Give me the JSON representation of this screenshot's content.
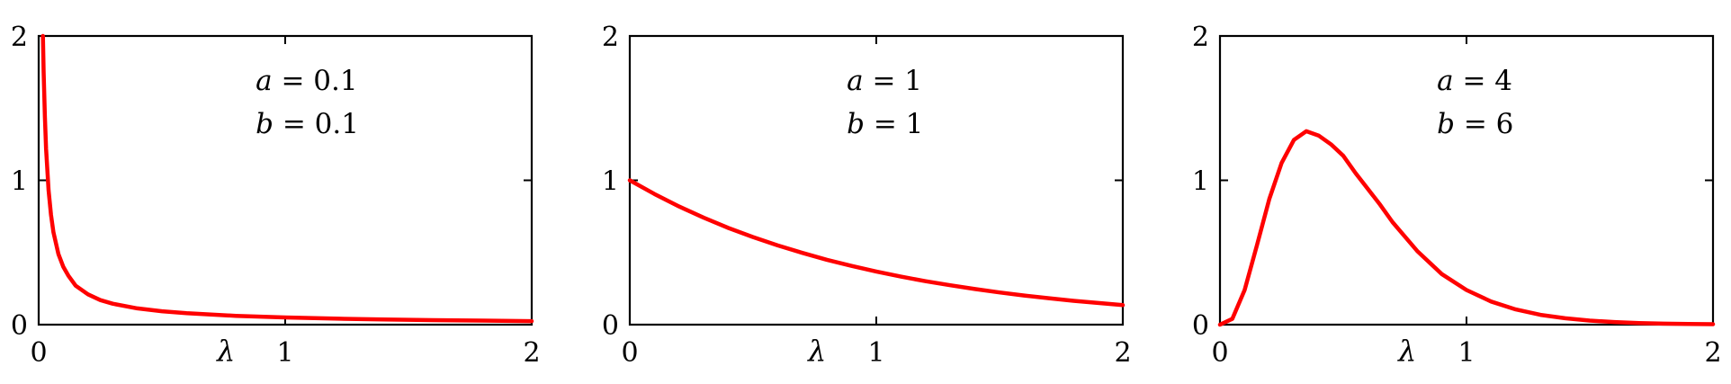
{
  "colors": {
    "curve": "#ff0000",
    "axes": "#000000",
    "background": "#ffffff"
  },
  "chart_data": [
    {
      "type": "line",
      "title": "",
      "xlabel": "λ",
      "ylabel": "",
      "xlim": [
        0,
        2
      ],
      "ylim": [
        0,
        2
      ],
      "xticks": [
        "0",
        "1",
        "2"
      ],
      "yticks": [
        "0",
        "1",
        "2"
      ],
      "grid": false,
      "annotation": [
        {
          "var": "a",
          "text": " = 0.1"
        },
        {
          "var": "b",
          "text": " = 0.1"
        }
      ],
      "series": [
        {
          "x": [
            0.017,
            0.02,
            0.025,
            0.03,
            0.04,
            0.05,
            0.06,
            0.08,
            0.1,
            0.12,
            0.15,
            0.2,
            0.25,
            0.3,
            0.4,
            0.5,
            0.6,
            0.8,
            1.0,
            1.2,
            1.4,
            1.6,
            1.8,
            2.0
          ],
          "y": [
            2.0,
            1.75,
            1.44,
            1.22,
            0.93,
            0.76,
            0.64,
            0.49,
            0.4,
            0.34,
            0.27,
            0.21,
            0.17,
            0.145,
            0.113,
            0.093,
            0.079,
            0.061,
            0.05,
            0.042,
            0.036,
            0.031,
            0.028,
            0.024
          ]
        }
      ]
    },
    {
      "type": "line",
      "title": "",
      "xlabel": "λ",
      "ylabel": "",
      "xlim": [
        0,
        2
      ],
      "ylim": [
        0,
        2
      ],
      "xticks": [
        "0",
        "1",
        "2"
      ],
      "yticks": [
        "0",
        "1",
        "2"
      ],
      "grid": false,
      "annotation": [
        {
          "var": "a",
          "text": " = 1"
        },
        {
          "var": "b",
          "text": " = 1"
        }
      ],
      "series": [
        {
          "x": [
            0.0,
            0.1,
            0.2,
            0.3,
            0.4,
            0.5,
            0.6,
            0.7,
            0.8,
            0.9,
            1.0,
            1.1,
            1.2,
            1.3,
            1.4,
            1.5,
            1.6,
            1.7,
            1.8,
            1.9,
            2.0
          ],
          "y": [
            1.0,
            0.905,
            0.819,
            0.741,
            0.67,
            0.607,
            0.549,
            0.497,
            0.449,
            0.407,
            0.368,
            0.333,
            0.301,
            0.273,
            0.247,
            0.223,
            0.202,
            0.183,
            0.165,
            0.15,
            0.135
          ]
        }
      ]
    },
    {
      "type": "line",
      "title": "",
      "xlabel": "λ",
      "ylabel": "",
      "xlim": [
        0,
        2
      ],
      "ylim": [
        0,
        2
      ],
      "xticks": [
        "0",
        "1",
        "2"
      ],
      "yticks": [
        "0",
        "1",
        "2"
      ],
      "grid": false,
      "annotation": [
        {
          "var": "a",
          "text": " = 4"
        },
        {
          "var": "b",
          "text": " = 6"
        }
      ],
      "series": [
        {
          "x": [
            0.0,
            0.05,
            0.1,
            0.15,
            0.2,
            0.25,
            0.3,
            0.35,
            0.4,
            0.45,
            0.5,
            0.55,
            0.6,
            0.65,
            0.7,
            0.8,
            0.9,
            1.0,
            1.1,
            1.2,
            1.3,
            1.4,
            1.5,
            1.6,
            1.7,
            1.8,
            1.9,
            2.0
          ],
          "y": [
            0.0,
            0.04,
            0.24,
            0.55,
            0.87,
            1.12,
            1.28,
            1.34,
            1.31,
            1.25,
            1.17,
            1.05,
            0.94,
            0.83,
            0.71,
            0.51,
            0.35,
            0.24,
            0.16,
            0.105,
            0.068,
            0.044,
            0.028,
            0.018,
            0.011,
            0.007,
            0.005,
            0.003
          ]
        }
      ]
    }
  ]
}
